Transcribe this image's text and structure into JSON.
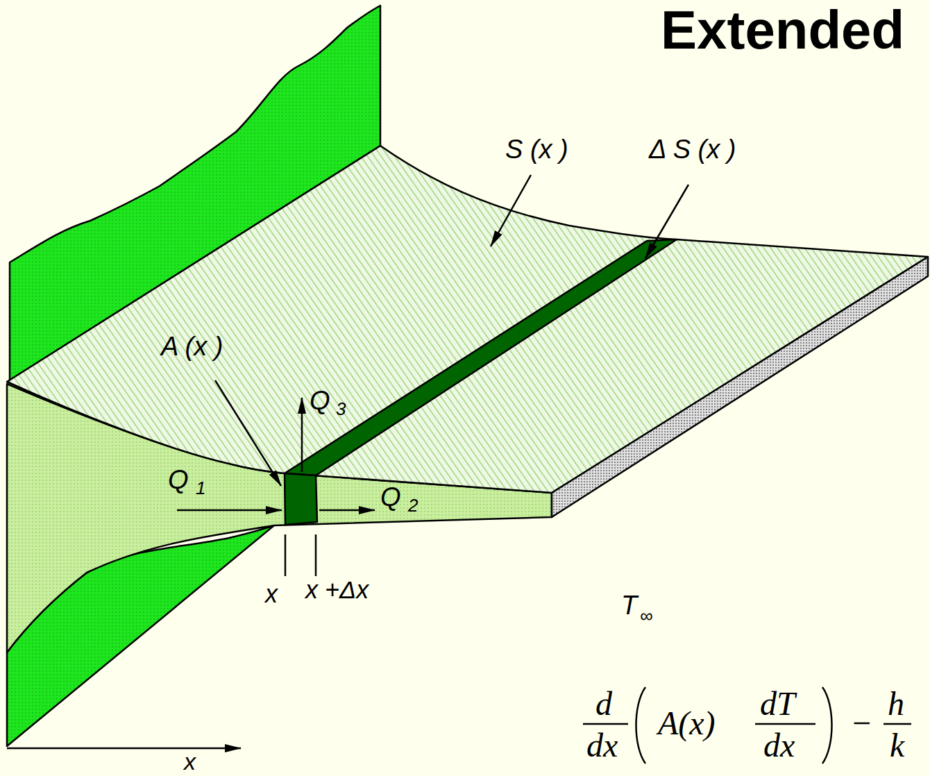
{
  "diagram": {
    "title": "Extended",
    "labels": [
      "S (x )",
      "Δ S (x )",
      "A (x )",
      "Q",
      "3",
      "Q",
      "1",
      "Q",
      "2",
      "x",
      "x +Δx",
      "T",
      "∞",
      "x",
      "d",
      "dx",
      "A(x)",
      "dT",
      "dx",
      "−",
      "h",
      "k"
    ]
  }
}
